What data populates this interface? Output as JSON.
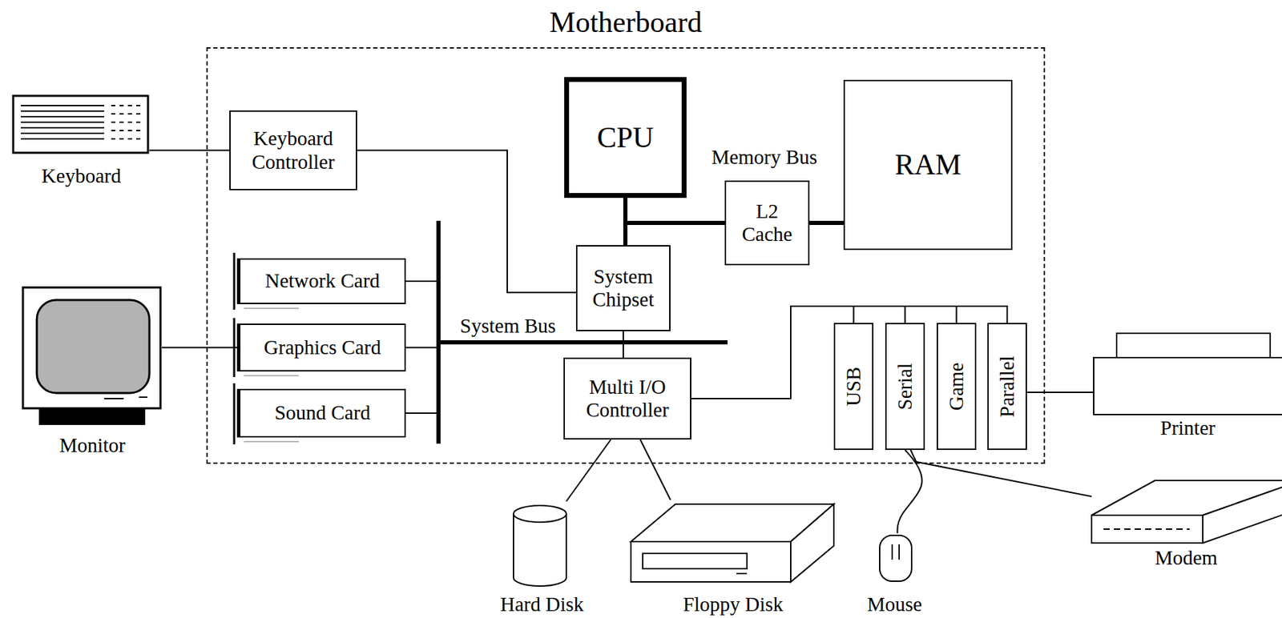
{
  "diagram": {
    "nodes": [
      {
        "text": [
          "Motherboard"
        ]
      },
      {
        "text": [
          "Keyboard Controller"
        ],
        "in": 0
      },
      {
        "text": [
          "CPU"
        ],
        "in": 0
      },
      {
        "text": [
          "RAM"
        ],
        "in": 0
      },
      {
        "text": [
          "L2 Cache"
        ],
        "in": 0
      },
      {
        "text": [
          "Network Card"
        ],
        "in": 0
      },
      {
        "text": [
          "System Chipset"
        ],
        "in": 0
      },
      {
        "text": [
          "Graphics Card"
        ],
        "in": 0
      },
      {
        "text": [
          "Sound Card"
        ],
        "in": 0
      },
      {
        "text": [
          "Multi I/O Controller"
        ],
        "in": 0
      },
      {
        "text": [
          "USB"
        ],
        "in": 0
      },
      {
        "text": [
          "Serial"
        ],
        "in": 0
      },
      {
        "text": [
          "Game"
        ],
        "in": 0
      },
      {
        "text": [
          "Parallel"
        ],
        "in": 0
      },
      {
        "text": [
          "Keyboard"
        ]
      },
      {
        "text": [
          "Monitor"
        ]
      },
      {
        "text": [
          "Printer"
        ]
      },
      {
        "text": [
          "Hard Disk"
        ]
      },
      {
        "text": [
          "Floppy Disk"
        ]
      },
      {
        "text": [
          "Mouse"
        ]
      },
      {
        "text": [
          "Modem"
        ]
      }
    ],
    "edges": [
      {
        "from": 14,
        "to": 1,
        "arrow": "none"
      },
      {
        "from": 1,
        "to": 6,
        "arrow": "none"
      },
      {
        "from": 2,
        "to": 4,
        "arrow": "none"
      },
      {
        "from": 4,
        "to": 3,
        "arrow": "none"
      },
      {
        "from": 2,
        "to": 6,
        "arrow": "none"
      },
      {
        "from": 5,
        "to": 6,
        "arrow": "none"
      },
      {
        "from": 7,
        "to": 6,
        "arrow": "none"
      },
      {
        "from": 8,
        "to": 6,
        "arrow": "none"
      },
      {
        "from": 6,
        "to": 9,
        "arrow": "none"
      },
      {
        "from": 15,
        "to": 7,
        "arrow": "none"
      },
      {
        "from": 9,
        "to": 10,
        "arrow": "none"
      },
      {
        "from": 9,
        "to": 11,
        "arrow": "none"
      },
      {
        "from": 9,
        "to": 12,
        "arrow": "none"
      },
      {
        "from": 9,
        "to": 13,
        "arrow": "none"
      },
      {
        "from": 13,
        "to": 16,
        "arrow": "none"
      },
      {
        "from": 9,
        "to": 17,
        "arrow": "none"
      },
      {
        "from": 9,
        "to": 18,
        "arrow": "none"
      },
      {
        "from": 11,
        "to": 19,
        "arrow": "none"
      },
      {
        "from": 11,
        "to": 20,
        "arrow": "none"
      }
    ],
    "labels": [
      "Memory Bus",
      "System Bus"
    ]
  }
}
